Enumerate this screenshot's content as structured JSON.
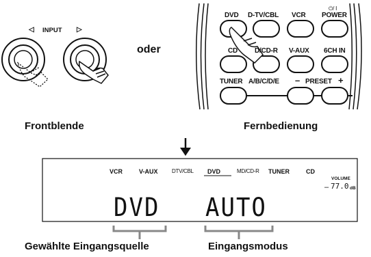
{
  "front_panel": {
    "input_label": "INPUT",
    "left_arrow": "◁",
    "right_arrow": "▷",
    "caption": "Frontblende"
  },
  "or_text": "oder",
  "remote": {
    "caption": "Fernbedienung",
    "power_top": "⏻/ I",
    "keys": {
      "dvd": "DVD",
      "dtv_cbl": "D-TV/CBL",
      "vcr": "VCR",
      "power": "POWER",
      "cd": "CD",
      "md_cdr": "D/CD-R",
      "vaux": "V-AUX",
      "6ch_in": "6CH IN",
      "tuner": "TUNER",
      "abcde": "A/B/C/D/E",
      "minus": "–",
      "preset": "PRESET",
      "plus": "+"
    }
  },
  "display": {
    "indicators": [
      "VCR",
      "V-AUX",
      "DTV/CBL",
      "DVD",
      "MD/CD-R",
      "TUNER",
      "CD"
    ],
    "volume_label": "VOLUME",
    "volume_sign": "–",
    "volume_value": "77.0",
    "volume_unit": "dB",
    "main_left": "DVD",
    "main_right": "AUTO"
  },
  "labels": {
    "selected_source": "Gewählte Eingangsquelle",
    "input_mode": "Eingangsmodus"
  }
}
